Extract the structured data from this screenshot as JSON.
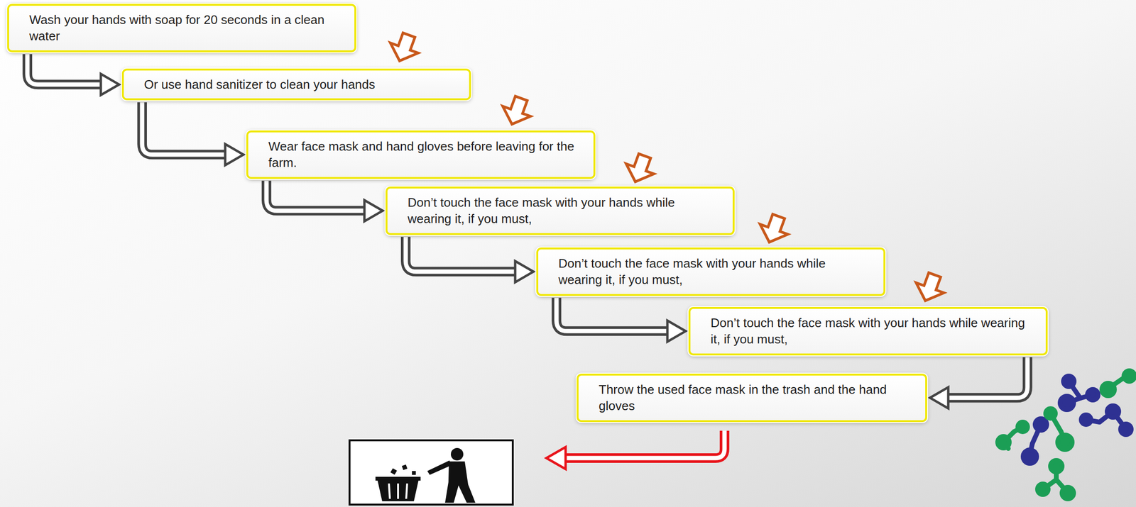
{
  "diagram": {
    "nodes": [
      {
        "text": [
          "Wash your hands with soap for 20 seconds in a clean water"
        ]
      },
      {
        "text": [
          "Or use hand sanitizer to clean your hands"
        ]
      },
      {
        "text": [
          "Wear face mask and hand gloves before leaving for the farm."
        ]
      },
      {
        "text": [
          "Don’t touch the face mask with your hands while wearing it, if you must,"
        ]
      },
      {
        "text": [
          "Don’t touch the face mask with your hands while wearing it, if you must,"
        ]
      },
      {
        "text": [
          "Don’t touch the face mask with your hands while wearing it, if you must,"
        ]
      },
      {
        "text": [
          "Throw the used face mask in the trash and the hand gloves"
        ]
      }
    ],
    "edges": [
      {
        "from": 0,
        "to": 1,
        "arrow": "to"
      },
      {
        "from": 1,
        "to": 2,
        "arrow": "to"
      },
      {
        "from": 2,
        "to": 3,
        "arrow": "to"
      },
      {
        "from": 3,
        "to": 4,
        "arrow": "to"
      },
      {
        "from": 4,
        "to": 5,
        "arrow": "to"
      },
      {
        "from": 5,
        "to": 6,
        "arrow": "to"
      }
    ]
  }
}
